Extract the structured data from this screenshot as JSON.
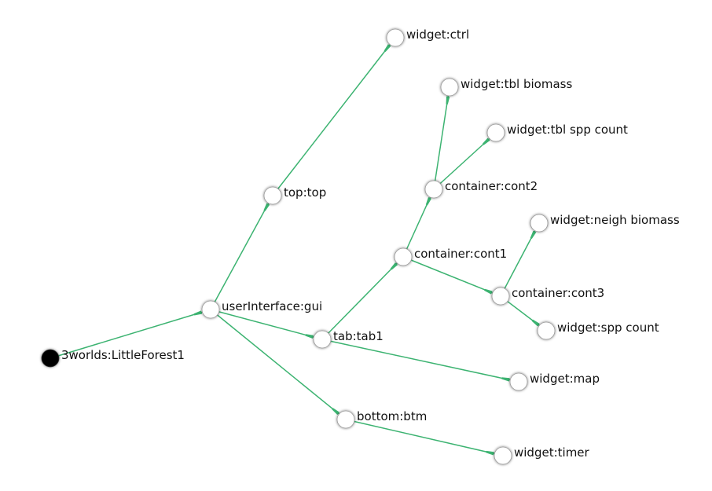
{
  "graph": {
    "edge_color": "#3cb371",
    "node_fill": "#ffffff",
    "root_fill": "#000000",
    "nodes": [
      {
        "id": "root",
        "label": "3worlds:LittleForest1",
        "root": true
      },
      {
        "id": "gui",
        "label": "userInterface:gui"
      },
      {
        "id": "top",
        "label": "top:top"
      },
      {
        "id": "ctrl",
        "label": "widget:ctrl"
      },
      {
        "id": "tab1",
        "label": "tab:tab1"
      },
      {
        "id": "btm",
        "label": "bottom:btm"
      },
      {
        "id": "cont1",
        "label": "container:cont1"
      },
      {
        "id": "cont2",
        "label": "container:cont2"
      },
      {
        "id": "cont3",
        "label": "container:cont3"
      },
      {
        "id": "tblbio",
        "label": "widget:tbl biomass"
      },
      {
        "id": "tblspp",
        "label": "widget:tbl spp count"
      },
      {
        "id": "neigh",
        "label": "widget:neigh biomass"
      },
      {
        "id": "sppcount",
        "label": "widget:spp count"
      },
      {
        "id": "map",
        "label": "widget:map"
      },
      {
        "id": "timer",
        "label": "widget:timer"
      }
    ],
    "edges": [
      {
        "from": "root",
        "to": "gui"
      },
      {
        "from": "gui",
        "to": "top"
      },
      {
        "from": "top",
        "to": "ctrl"
      },
      {
        "from": "gui",
        "to": "tab1"
      },
      {
        "from": "gui",
        "to": "btm"
      },
      {
        "from": "tab1",
        "to": "cont1"
      },
      {
        "from": "tab1",
        "to": "map"
      },
      {
        "from": "cont1",
        "to": "cont2"
      },
      {
        "from": "cont1",
        "to": "cont3"
      },
      {
        "from": "cont2",
        "to": "tblbio"
      },
      {
        "from": "cont2",
        "to": "tblspp"
      },
      {
        "from": "cont3",
        "to": "neigh"
      },
      {
        "from": "cont3",
        "to": "sppcount"
      },
      {
        "from": "btm",
        "to": "timer"
      }
    ]
  }
}
